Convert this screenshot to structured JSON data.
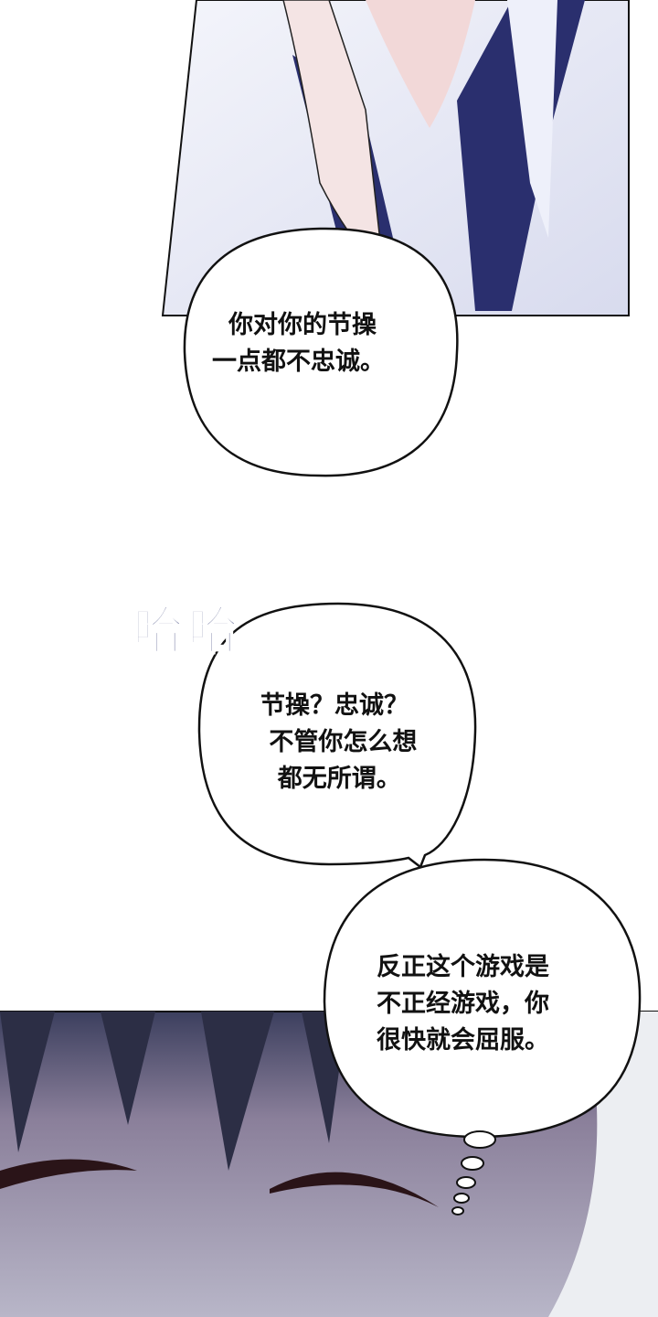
{
  "panels": [
    {
      "id": "top-panel",
      "description_hidden": true
    },
    {
      "id": "bottom-panel",
      "description_hidden": true
    }
  ],
  "sfx": {
    "text": "哈哈"
  },
  "bubbles": {
    "b1": {
      "line1": "你对你的节操",
      "line2": "一点都不忠诚。"
    },
    "b2": {
      "line1": "节操？忠诚？",
      "line2": " 不管你怎么想",
      "line3": "  都无所谓。"
    },
    "b3": {
      "line1": "反正这个游戏是",
      "line2": "不正经游戏，你",
      "line3": "很快就会屈服。"
    }
  },
  "colors": {
    "sfx": "#5c6290",
    "hair": "#3a3d5c",
    "vest": "#2a2f6e"
  }
}
